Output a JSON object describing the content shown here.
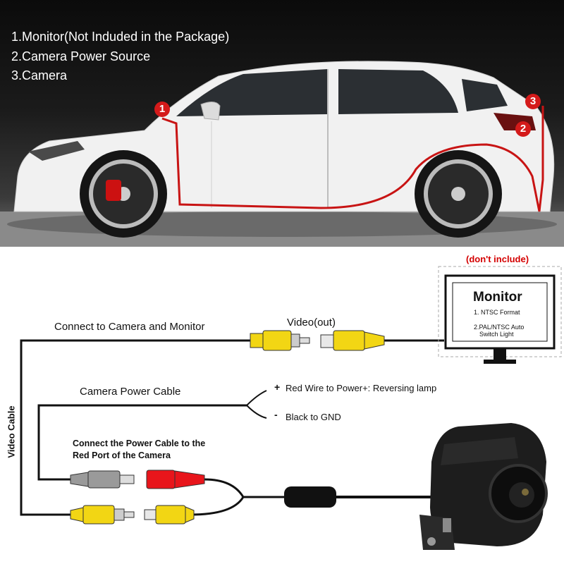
{
  "legend": {
    "item1": "1.Monitor(Not Induded in the Package)",
    "item2": "2.Camera Power Source",
    "item3": "3.Camera"
  },
  "markers": [
    "1",
    "2",
    "3"
  ],
  "diagram": {
    "dont_include": "(don't include)",
    "monitor_title": "Monitor",
    "monitor_line1": "1. NTSC Format",
    "monitor_line2a": "2.PAL/NTSC Auto",
    "monitor_line2b": "Switch Light",
    "video_out": "Video(out)",
    "connect_camera_monitor": "Connect to Camera and Monitor",
    "camera_power_cable": "Camera Power Cable",
    "plus": "+",
    "red_wire": "Red Wire to Power+: Reversing lamp",
    "minus": "-",
    "black_gnd": "Black to GND",
    "connect_power_1": "Connect the Power Cable to the",
    "connect_power_2": "Red Port of the Camera",
    "video_cable": "Video Cable"
  },
  "colors": {
    "wire": "#111111",
    "marker_red": "#d41a1a",
    "connector_yellow": "#f2d614",
    "connector_red": "#e8151b",
    "connector_gray": "#9a9a9a"
  }
}
